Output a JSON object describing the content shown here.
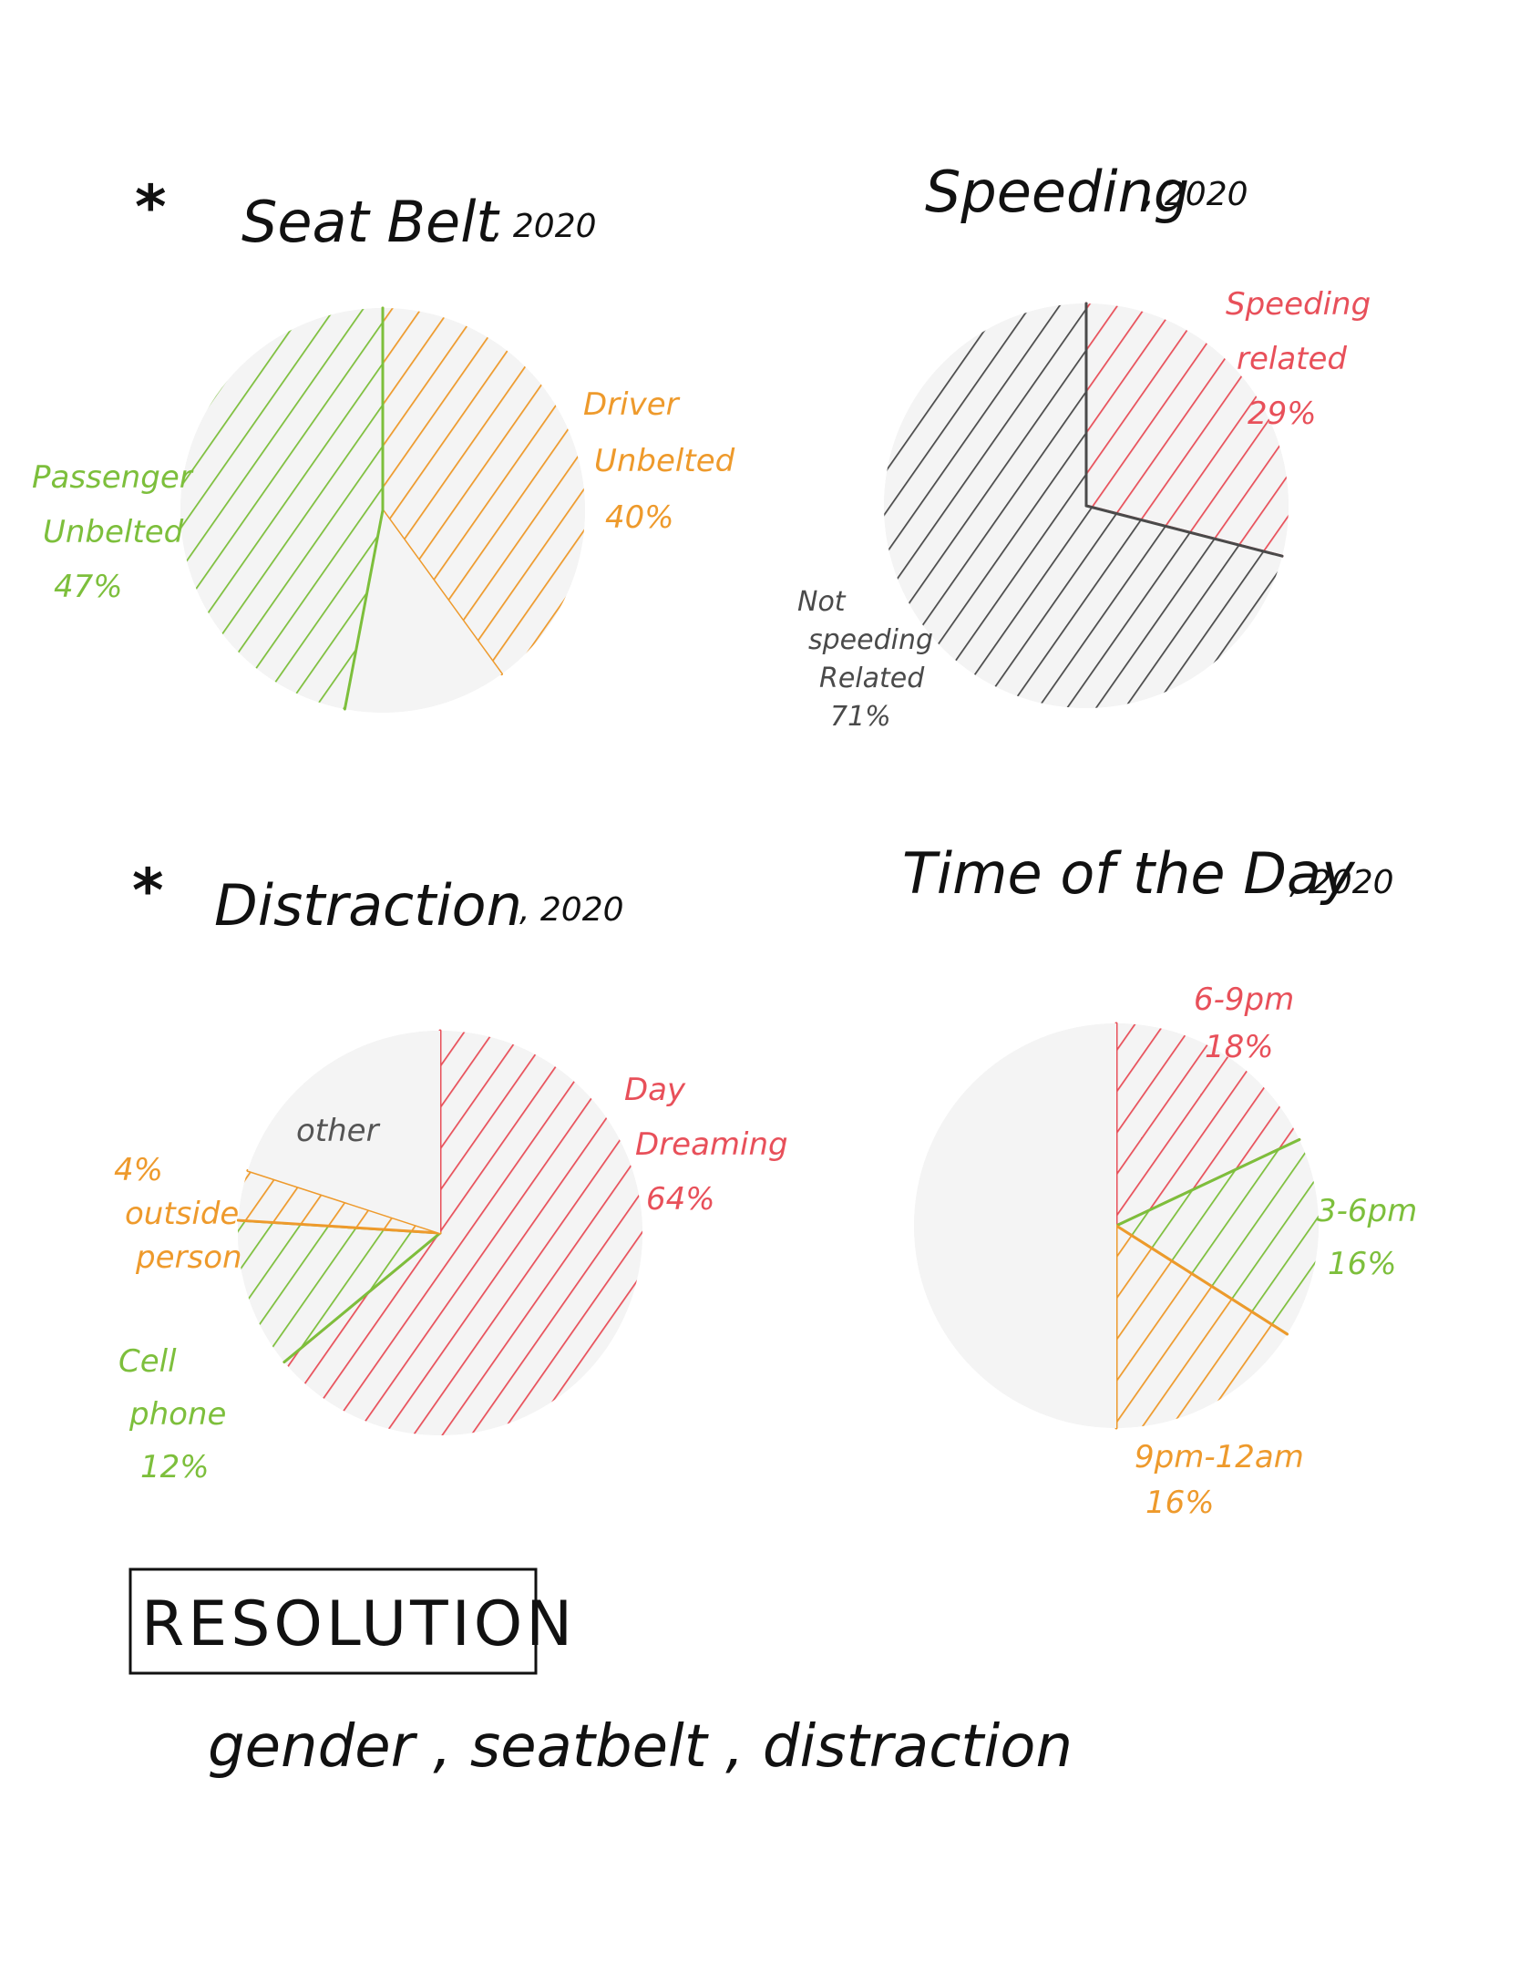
{
  "colors": {
    "green": "#7dbf3c",
    "orange": "#ee9a2c",
    "red": "#e8505a",
    "gray": "#4a4a4a",
    "pie_bg": "#f4f4f4",
    "ink": "#111111"
  },
  "star_mark": "*",
  "chart_data": [
    {
      "type": "pie",
      "title": "Seat Belt",
      "year": ", 2020",
      "starred": true,
      "slices": [
        {
          "label": [
            "Driver",
            "Unbelted",
            "40%"
          ],
          "value": 40,
          "color": "#ee9a2c",
          "hatched": true
        },
        {
          "label": [],
          "value": 13,
          "color": "#f4f4f4",
          "hatched": false
        },
        {
          "label": [
            "Passenger",
            "Unbelted",
            "47%"
          ],
          "value": 47,
          "color": "#7dbf3c",
          "hatched": true
        }
      ]
    },
    {
      "type": "pie",
      "title": "Speeding",
      "year": ", 2020",
      "starred": false,
      "slices": [
        {
          "label": [
            "Speeding",
            "related",
            "29%"
          ],
          "value": 29,
          "color": "#e8505a",
          "hatched": true
        },
        {
          "label": [
            "Not",
            "speeding",
            "Related",
            "71%"
          ],
          "value": 71,
          "color": "#4a4a4a",
          "hatched": true
        }
      ]
    },
    {
      "type": "pie",
      "title": "Distraction",
      "year": ", 2020",
      "starred": true,
      "slices": [
        {
          "label": [
            "Day",
            "Dreaming",
            "64%"
          ],
          "value": 64,
          "color": "#e8505a",
          "hatched": true
        },
        {
          "label": [
            "Cell",
            "phone",
            "12%"
          ],
          "value": 12,
          "color": "#7dbf3c",
          "hatched": true
        },
        {
          "label": [
            "4%",
            "outside",
            "person"
          ],
          "value": 4,
          "color": "#ee9a2c",
          "hatched": true
        },
        {
          "label": [
            "other"
          ],
          "value": 20,
          "color": "#f4f4f4",
          "hatched": false
        }
      ]
    },
    {
      "type": "pie",
      "title": "Time of the Day",
      "year": ", 2020",
      "starred": false,
      "slices": [
        {
          "label": [
            "6-9pm",
            "18%"
          ],
          "value": 18,
          "color": "#e8505a",
          "hatched": true
        },
        {
          "label": [
            "3-6pm",
            "16%"
          ],
          "value": 16,
          "color": "#7dbf3c",
          "hatched": true
        },
        {
          "label": [
            "9pm-12am",
            "16%"
          ],
          "value": 16,
          "color": "#ee9a2c",
          "hatched": true
        },
        {
          "label": [],
          "value": 50,
          "color": "#f4f4f4",
          "hatched": false
        }
      ]
    }
  ],
  "resolution": {
    "box_label": "RESOLUTION",
    "items_text": "gender ,   seatbelt  ,  distraction"
  }
}
